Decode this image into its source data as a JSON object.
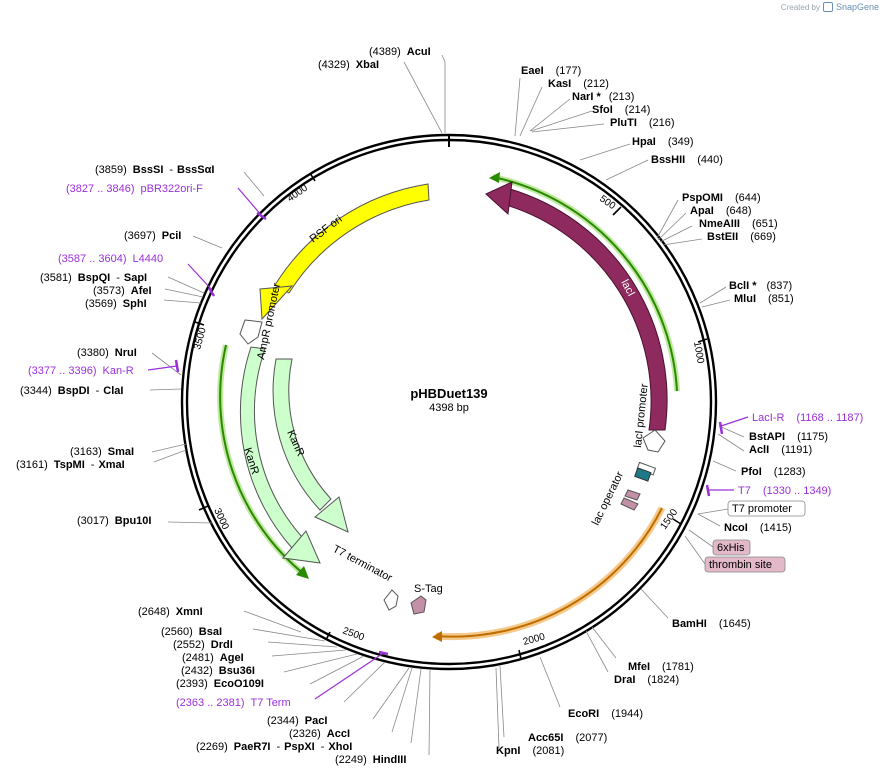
{
  "credit": {
    "prefix": "Created by",
    "brand": "SnapGene"
  },
  "plasmid": {
    "name": "pHBDuet139",
    "length_label": "4398 bp",
    "length": 4398
  },
  "ticks": [
    "500",
    "1000",
    "1500",
    "2000",
    "2500",
    "3000",
    "3500",
    "4000"
  ],
  "enzymes": [
    {
      "name": "AcuI",
      "pos": "(4389)"
    },
    {
      "name": "XbaI",
      "pos": "(4329)"
    },
    {
      "name": "EaeI",
      "pos": "(177)"
    },
    {
      "name": "KasI",
      "pos": "(212)"
    },
    {
      "name": "NarI *",
      "pos": "(213)"
    },
    {
      "name": "SfoI",
      "pos": "(214)"
    },
    {
      "name": "PluTI",
      "pos": "(216)"
    },
    {
      "name": "HpaI",
      "pos": "(349)"
    },
    {
      "name": "BssHII",
      "pos": "(440)"
    },
    {
      "name": "PspOMI",
      "pos": "(644)"
    },
    {
      "name": "ApaI",
      "pos": "(648)"
    },
    {
      "name": "NmeAIII",
      "pos": "(651)"
    },
    {
      "name": "BstEII",
      "pos": "(669)"
    },
    {
      "name": "BclI *",
      "pos": "(837)"
    },
    {
      "name": "MluI",
      "pos": "(851)"
    },
    {
      "name": "BstAPI",
      "pos": "(1175)"
    },
    {
      "name": "AclI",
      "pos": "(1191)"
    },
    {
      "name": "PfoI",
      "pos": "(1283)"
    },
    {
      "name": "NcoI",
      "pos": "(1415)"
    },
    {
      "name": "BamHI",
      "pos": "(1645)"
    },
    {
      "name": "MfeI",
      "pos": "(1781)"
    },
    {
      "name": "DraI",
      "pos": "(1824)"
    },
    {
      "name": "EcoRI",
      "pos": "(1944)"
    },
    {
      "name": "Acc65I",
      "pos": "(2077)"
    },
    {
      "name": "KpnI",
      "pos": "(2081)"
    },
    {
      "name": "HindIII",
      "pos": "(2249)"
    },
    {
      "name": "PaeR7I",
      "pos": "(2269)"
    },
    {
      "name": "PspXI",
      "pos": ""
    },
    {
      "name": "XhoI",
      "pos": ""
    },
    {
      "name": "AccI",
      "pos": "(2326)"
    },
    {
      "name": "PacI",
      "pos": "(2344)"
    },
    {
      "name": "EcoO109I",
      "pos": "(2393)"
    },
    {
      "name": "Bsu36I",
      "pos": "(2432)"
    },
    {
      "name": "AgeI",
      "pos": "(2481)"
    },
    {
      "name": "DrdI",
      "pos": "(2552)"
    },
    {
      "name": "BsaI",
      "pos": "(2560)"
    },
    {
      "name": "XmnI",
      "pos": "(2648)"
    },
    {
      "name": "Bpu10I",
      "pos": "(3017)"
    },
    {
      "name": "TspMI",
      "pos": "(3161)"
    },
    {
      "name": "XmaI",
      "pos": ""
    },
    {
      "name": "SmaI",
      "pos": "(3163)"
    },
    {
      "name": "BspDI",
      "pos": "(3344)"
    },
    {
      "name": "ClaI",
      "pos": ""
    },
    {
      "name": "NruI",
      "pos": "(3380)"
    },
    {
      "name": "SphI",
      "pos": "(3569)"
    },
    {
      "name": "AfeI",
      "pos": "(3573)"
    },
    {
      "name": "BspQI",
      "pos": "(3581)"
    },
    {
      "name": "SapI",
      "pos": ""
    },
    {
      "name": "PciI",
      "pos": "(3697)"
    },
    {
      "name": "BssSI",
      "pos": "(3859)"
    },
    {
      "name": "BssSαI",
      "pos": ""
    }
  ],
  "primers": [
    {
      "name": "pBR322ori-F",
      "range": "(3827 .. 3846)"
    },
    {
      "name": "L4440",
      "range": "(3587 .. 3604)"
    },
    {
      "name": "Kan-R",
      "range": "(3377 .. 3396)"
    },
    {
      "name": "LacI-R",
      "range": "(1168 .. 1187)"
    },
    {
      "name": "T7",
      "range": "(1330 .. 1349)"
    },
    {
      "name": "T7 Term",
      "range": "(2363 .. 2381)"
    }
  ],
  "features": [
    {
      "name": "lacI",
      "color": "#8e2a5d"
    },
    {
      "name": "RSF ori",
      "color": "#ffff00"
    },
    {
      "name": "AmpR promoter",
      "color": "#ffffff"
    },
    {
      "name": "KanR",
      "color": "#ccffcc"
    },
    {
      "name": "KanR",
      "color": "#ccffcc"
    },
    {
      "name": "T7 terminator",
      "color": "#ffffff"
    },
    {
      "name": "S-Tag",
      "color": "#c490a8"
    },
    {
      "name": "lacI promoter",
      "color": "#ffffff"
    },
    {
      "name": "lac operator",
      "color": "#ffffff"
    },
    {
      "name": "T7 promoter",
      "color": "#ffffff"
    },
    {
      "name": "6xHis",
      "color": "#e3b8c8"
    },
    {
      "name": "thrombin site",
      "color": "#e3b8c8"
    }
  ],
  "colors": {
    "primer": "#9b30d9",
    "orf_green": "#2a8a00",
    "orf_orange": "#e88a00"
  }
}
